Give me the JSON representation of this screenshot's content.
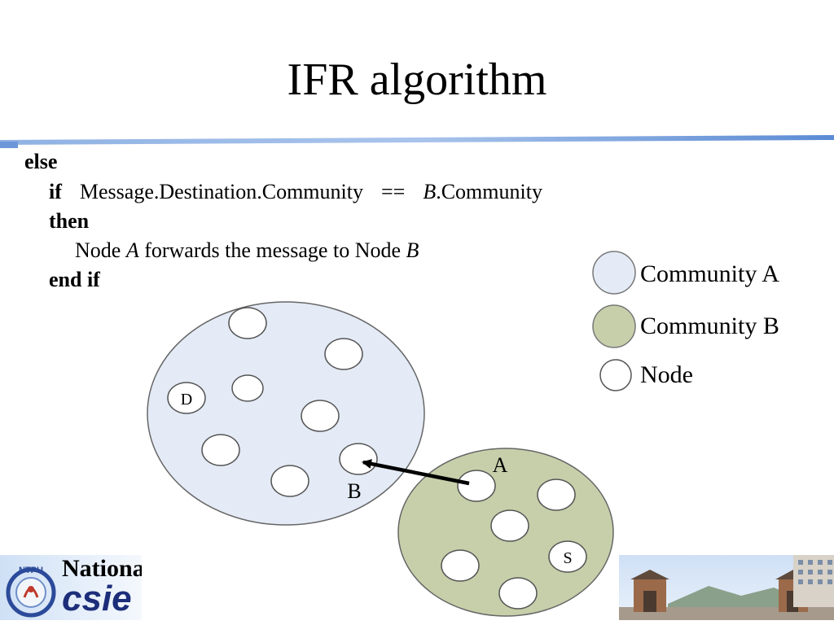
{
  "slide": {
    "title": "IFR algorithm"
  },
  "pseudocode": {
    "else_kw": "else",
    "if_kw": "if",
    "condition_left": "Message.Destination.Community",
    "equals_op": "==",
    "condition_right_var": "B",
    "condition_right_suffix": ".Community",
    "then_kw": "then",
    "action_prefix": "Node ",
    "action_var_a": "A",
    "action_mid": " forwards the message to Node ",
    "action_var_b": "B",
    "end_kw": "end if"
  },
  "legend": {
    "community_a": "Community A",
    "community_b": "Community B",
    "node": "Node"
  },
  "diagram": {
    "node_d_label": "D",
    "node_s_label": "S",
    "node_a_label": "A",
    "node_b_label": "B"
  },
  "footer": {
    "university_fragment": "Nationa",
    "logo_text": "csie",
    "logo_badge": "NTPU"
  },
  "colors": {
    "community_a_fill": "#e4ebf6",
    "community_b_fill": "#c6cfaa",
    "title_rule": "#5b8bd4"
  }
}
